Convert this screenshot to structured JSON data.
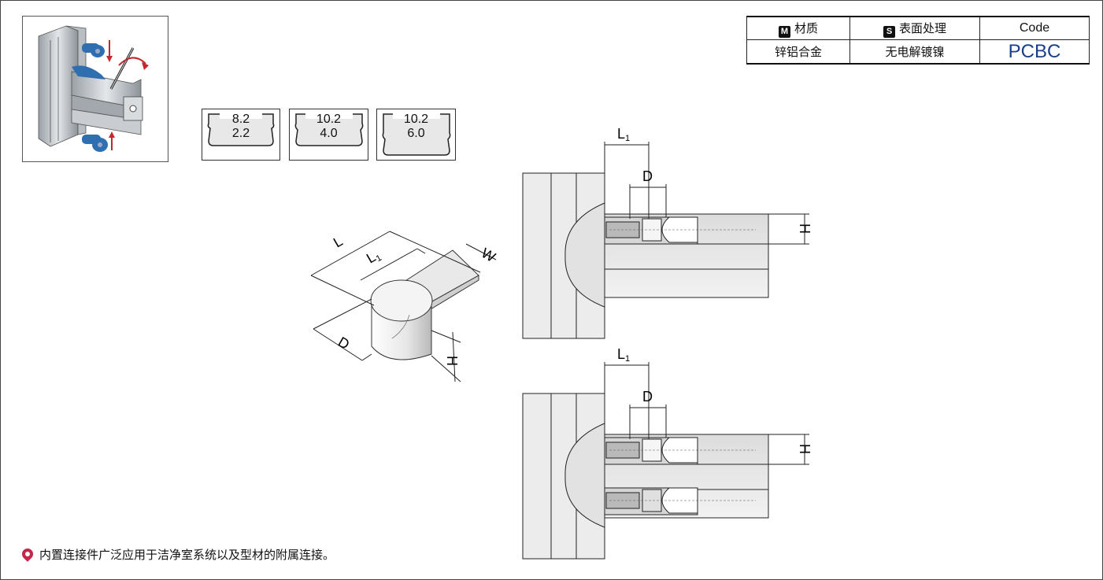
{
  "spec_table": {
    "headers": [
      {
        "badge": "M",
        "label": "材质"
      },
      {
        "badge": "S",
        "label": "表面处理"
      },
      {
        "badge": "",
        "label": "Code"
      }
    ],
    "values": [
      "锌铝合金",
      "无电解镀镍",
      "PCBC"
    ]
  },
  "slot_profiles": [
    {
      "width": "8.2",
      "depth": "2.2"
    },
    {
      "width": "10.2",
      "depth": "4.0"
    },
    {
      "width": "10.2",
      "depth": "6.0"
    }
  ],
  "dimension_labels": {
    "L": "L",
    "L1": "L",
    "L1_sub": "1",
    "W": "W",
    "D": "D",
    "H": "H"
  },
  "note": "内置连接件广泛应用于洁净室系统以及型材的附属连接。",
  "colors": {
    "accent_blue": "#1a3f8a",
    "part_blue": "#2f6fb0",
    "arrow_red": "#c0292e",
    "note_icon": "#c8254b"
  }
}
